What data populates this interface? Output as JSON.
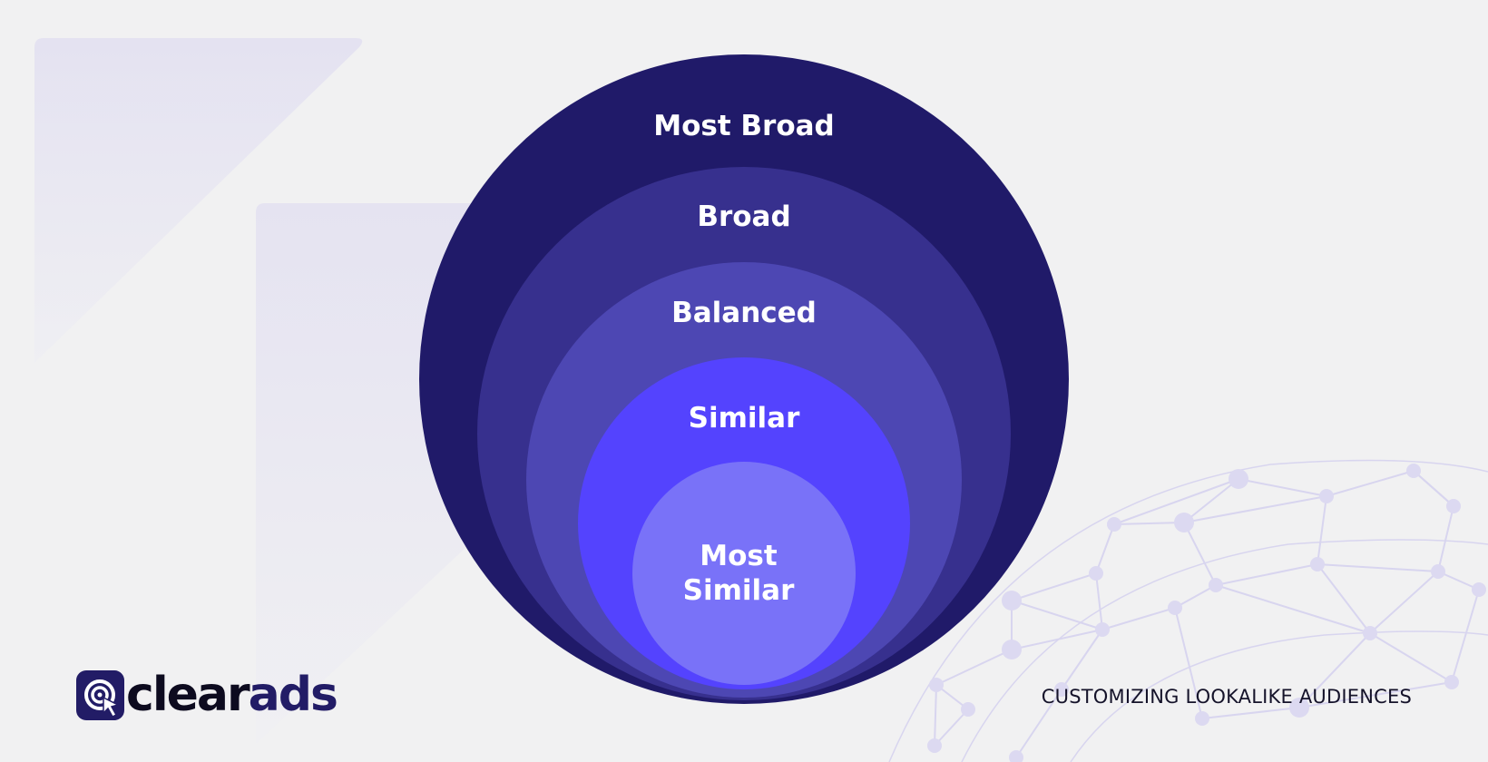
{
  "diagram": {
    "levels": [
      {
        "label_lines": [
          "Most Broad"
        ],
        "color": "#201a69"
      },
      {
        "label_lines": [
          "Broad"
        ],
        "color": "#37308e"
      },
      {
        "label_lines": [
          "Balanced"
        ],
        "color": "#4d47b3"
      },
      {
        "label_lines": [
          "Similar"
        ],
        "color": "#5443fe"
      },
      {
        "label_lines": [
          "Most",
          "Similar"
        ],
        "color": "#7972f8"
      }
    ]
  },
  "brand": {
    "logo_clear": "clear",
    "logo_ads": "ads",
    "primary_color": "#221c66",
    "dark_text_color": "#0d0b1f"
  },
  "footer": {
    "title": "CUSTOMIZING LOOKALIKE AUDIENCES"
  },
  "decor": {
    "background_color": "#f1f1f2",
    "shape_color": "#e6e5f1",
    "network_color": "#d6d3f0",
    "icons": [
      "target-cursor-icon",
      "network-globe-icon"
    ]
  }
}
